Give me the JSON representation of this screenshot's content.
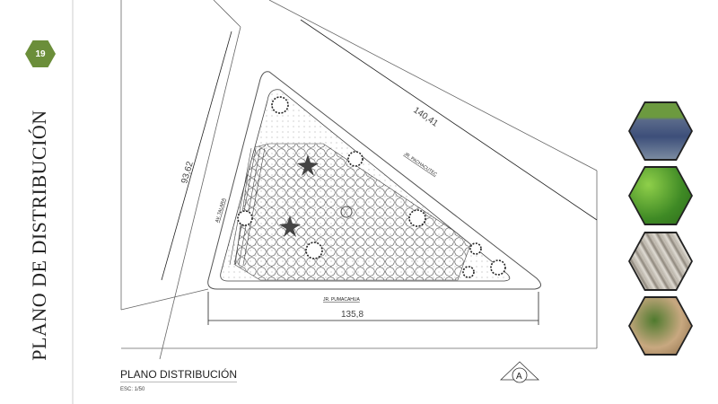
{
  "slide": {
    "number": "19",
    "title": "PLANO DE DISTRIBUCIÓN",
    "accent": "#6b8e3a"
  },
  "plan": {
    "title": "PLANO DISTRIBUCIÓN",
    "scale": "ESC: 1/50",
    "section_marker": "A",
    "dimensions": {
      "hypotenuse": "140,41",
      "left": "93,62",
      "bottom": "135,8"
    },
    "streets": {
      "top": "JR. PACHACUTEC",
      "left": "AV. TALARA",
      "bottom": "JR. PUMACAHUA"
    }
  },
  "images": [
    {
      "subject": "solar-panels"
    },
    {
      "subject": "green-plants"
    },
    {
      "subject": "gravel-stone"
    },
    {
      "subject": "ground-cover-plants"
    }
  ]
}
